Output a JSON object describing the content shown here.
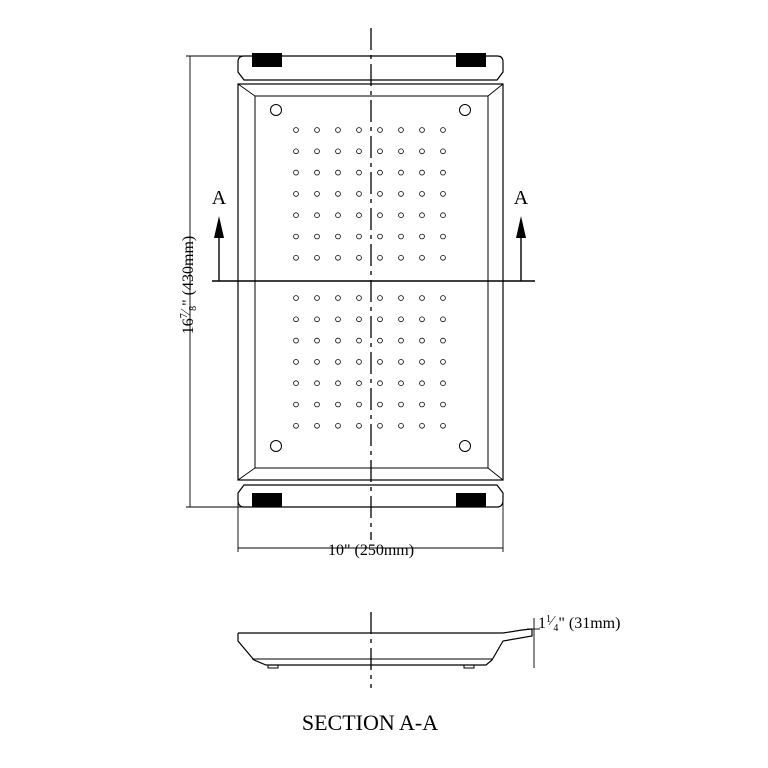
{
  "drawing": {
    "section_marker_left": "A",
    "section_marker_right": "A",
    "height_dimension": {
      "whole": "16",
      "numerator": "7",
      "denominator": "8",
      "suffix": "\" (430mm)"
    },
    "width_dimension": "10\" (250mm)",
    "depth_dimension": {
      "whole": "1",
      "numerator": "1",
      "denominator": "4",
      "suffix": "\" (31mm)"
    },
    "section_title": "SECTION A-A"
  },
  "hole_grid": {
    "columns": 8,
    "rows_upper": 7,
    "rows_lower": 7
  },
  "colors": {
    "ink": "#000000",
    "paper": "#ffffff"
  }
}
